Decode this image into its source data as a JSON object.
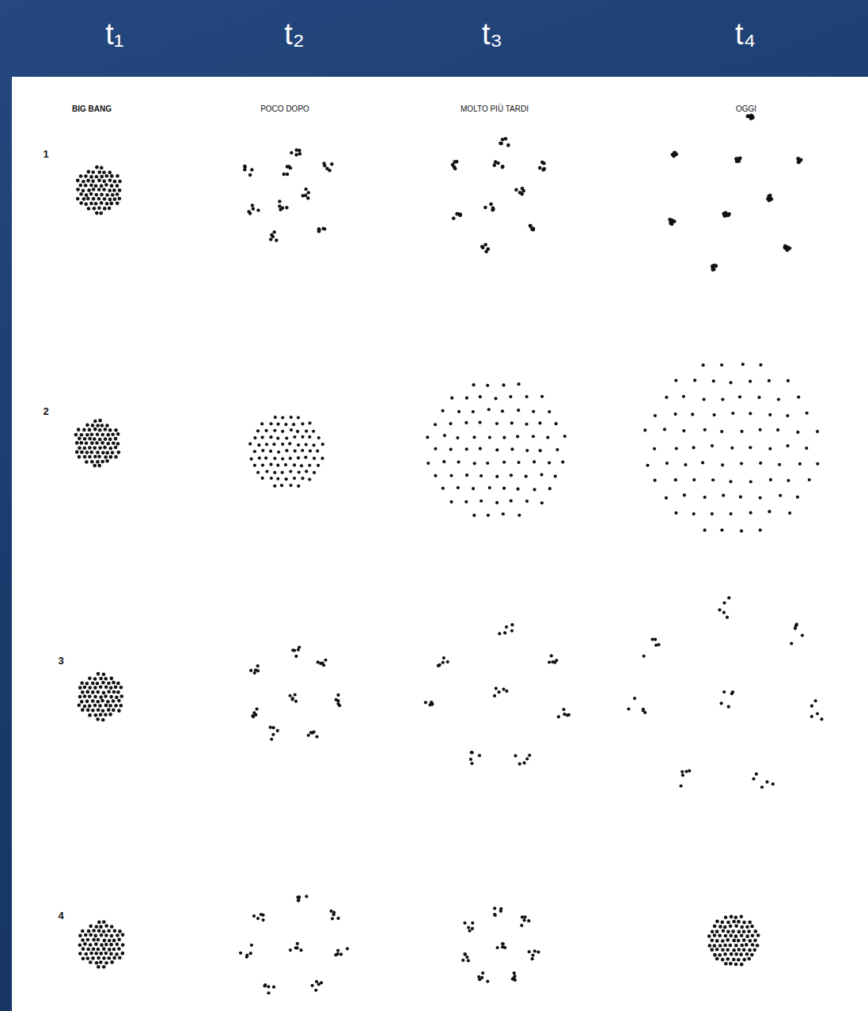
{
  "diagram": {
    "labels": [
      "t₁",
      "t₂",
      "t₃",
      "t₄",
      "BIG BANG",
      "POCO DOPO",
      "MOLTO PIÙ TARDI",
      "OGGI",
      "1",
      "2",
      "3",
      "4"
    ]
  }
}
